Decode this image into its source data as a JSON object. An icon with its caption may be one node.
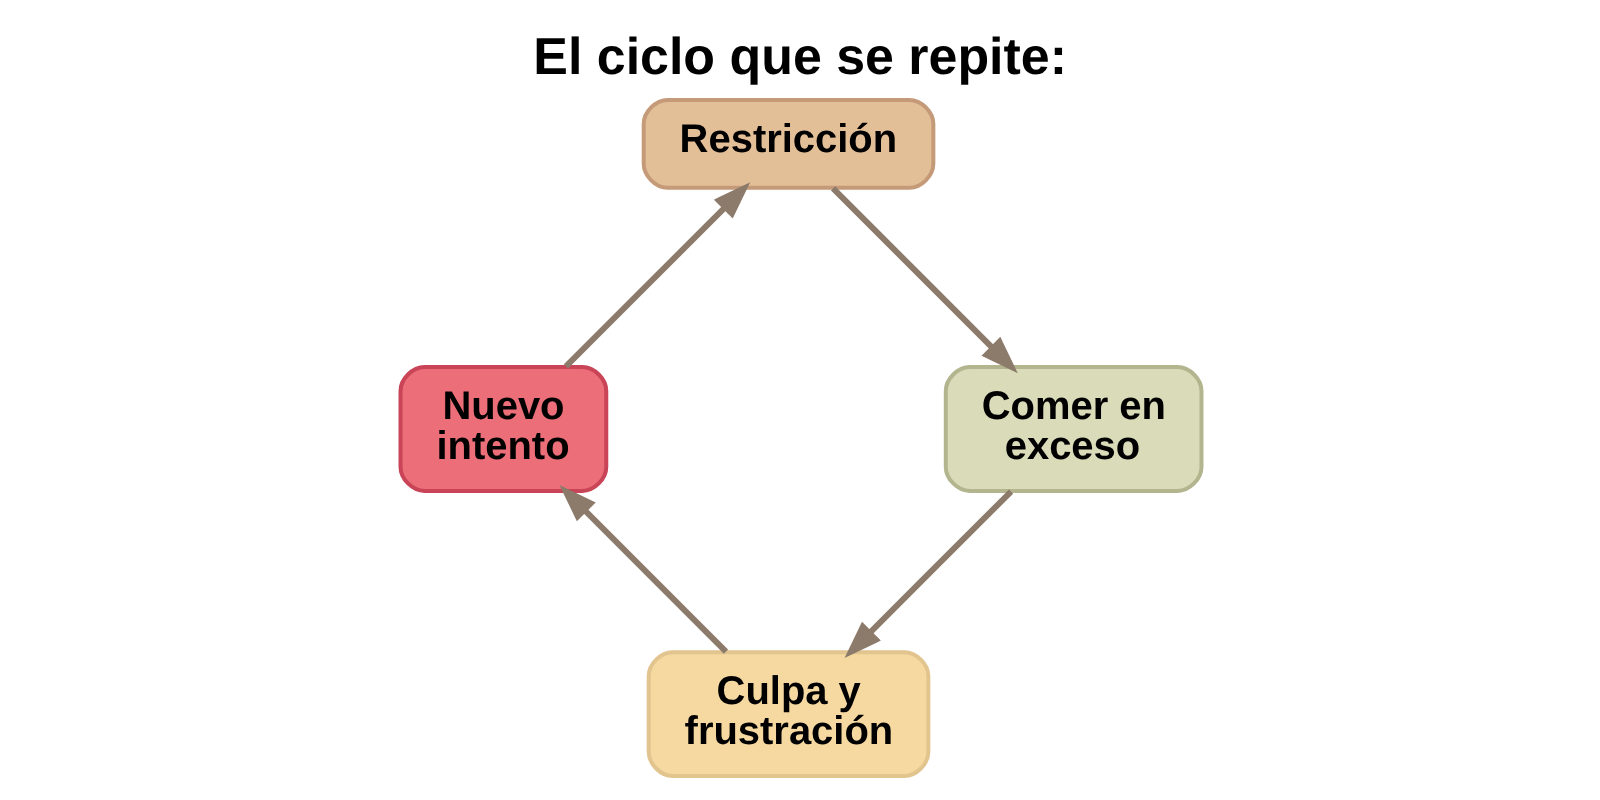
{
  "diagram": {
    "title": "El ciclo que se repite:",
    "nodes": [
      {
        "text": [
          "Restricción"
        ]
      },
      {
        "text": [
          "Comer en exceso"
        ]
      },
      {
        "text": [
          "Culpa y frustración"
        ]
      },
      {
        "text": [
          "Nuevo intento"
        ]
      }
    ],
    "edges": [
      {
        "from": 0,
        "to": 1,
        "arrow": "to"
      },
      {
        "from": 1,
        "to": 2,
        "arrow": "to"
      },
      {
        "from": 2,
        "to": 3,
        "arrow": "to"
      },
      {
        "from": 3,
        "to": 0,
        "arrow": "to"
      }
    ]
  }
}
